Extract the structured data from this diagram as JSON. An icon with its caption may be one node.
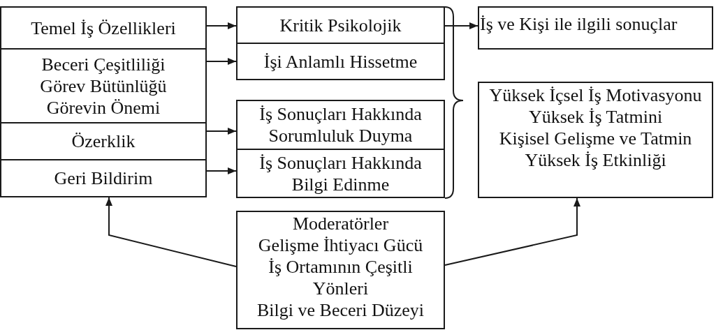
{
  "diagram": {
    "nodes": [
      {
        "text": [
          "Temel İş Özellikleri"
        ]
      },
      {
        "text": [
          "Beceri Çeşitliliği",
          "Görev Bütünlüğü",
          "Görevin Önemi"
        ]
      },
      {
        "text": [
          "Özerklik"
        ]
      },
      {
        "text": [
          "Geri Bildirim"
        ]
      },
      {
        "text": [
          "Kritik Psikolojik"
        ]
      },
      {
        "text": [
          "İşi Anlamlı Hissetme"
        ]
      },
      {
        "text": [
          "İş Sonuçları Hakkında Sorumluluk Duyma"
        ]
      },
      {
        "text": [
          "İş Sonuçları Hakkında Bilgi Edinme"
        ]
      },
      {
        "text": [
          "İş ve Kişi ile ilgili sonuçlar"
        ]
      },
      {
        "text": [
          "Yüksek İçsel İş Motivasyonu",
          "Yüksek İş Tatmini",
          "Kişisel Gelişme ve Tatmin",
          "Yüksek İş Etkinliği"
        ]
      },
      {
        "text": [
          "Moderatörler",
          "Gelişme İhtiyacı Gücü",
          "İş Ortamının Çeşitli Yönleri",
          "Bilgi ve Beceri Düzeyi"
        ]
      }
    ],
    "edges": [
      {
        "from": 0,
        "to": 4,
        "arrow": "to"
      },
      {
        "from": 1,
        "to": 5,
        "arrow": "to"
      },
      {
        "from": 2,
        "to": 6,
        "arrow": "to"
      },
      {
        "from": 3,
        "to": 7,
        "arrow": "to"
      },
      {
        "from": 4,
        "to": 8,
        "arrow": "to"
      },
      {
        "from": 10,
        "to": 3,
        "arrow": "to"
      },
      {
        "from": 10,
        "to": 9,
        "arrow": "to"
      }
    ]
  }
}
